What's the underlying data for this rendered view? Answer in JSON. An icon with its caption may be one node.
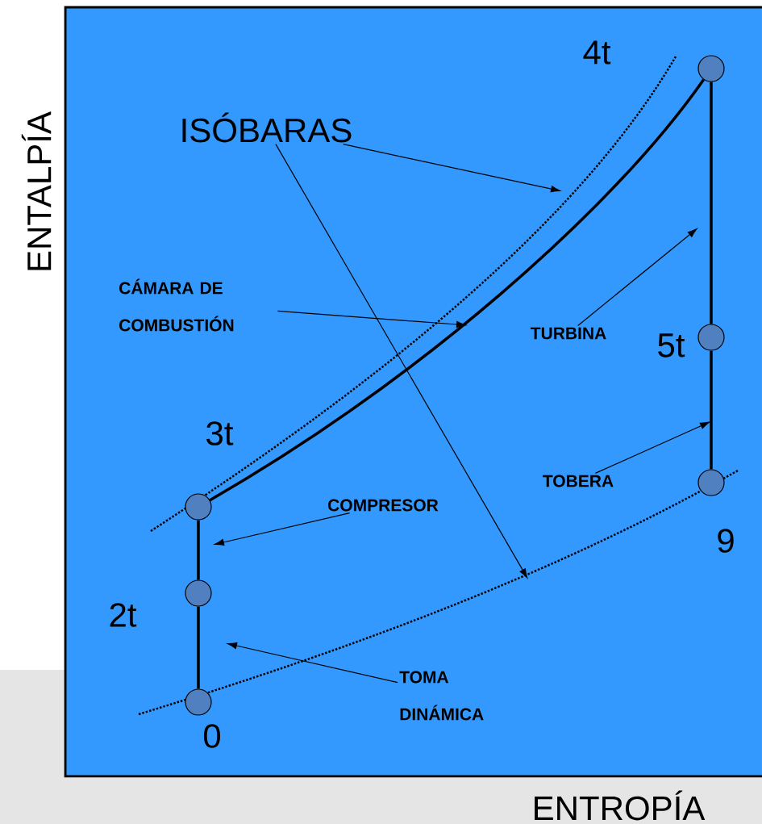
{
  "diagram": {
    "nodes": [
      {
        "text": [
          "ISÓBARAS"
        ]
      },
      {
        "text": [
          "CÁMARA DE COMBUSTIÓN"
        ]
      },
      {
        "text": [
          "TURBINA"
        ]
      },
      {
        "text": [
          "TOBERA"
        ]
      },
      {
        "text": [
          "COMPRESOR"
        ]
      },
      {
        "text": [
          "TOMA DINÁMICA"
        ]
      },
      {
        "text": [],
        "shape": "circle",
        "beside": [
          "4t"
        ]
      },
      {
        "text": [],
        "shape": "circle",
        "beside": [
          "5t"
        ]
      },
      {
        "text": [],
        "shape": "circle",
        "beside": [
          "3t"
        ]
      },
      {
        "text": [],
        "shape": "circle",
        "beside": [
          "9"
        ]
      },
      {
        "text": [],
        "shape": "circle",
        "beside": [
          "2t"
        ]
      },
      {
        "text": [],
        "shape": "circle",
        "beside": [
          "0"
        ]
      }
    ],
    "edges": [
      {
        "from": 11,
        "to": 10,
        "arrow": "none",
        "style": "thick"
      },
      {
        "from": 10,
        "to": 8,
        "arrow": "none",
        "style": "thick"
      },
      {
        "from": 8,
        "to": 6,
        "arrow": "none",
        "style": "thick"
      },
      {
        "from": 6,
        "to": 7,
        "arrow": "none",
        "style": "thick"
      },
      {
        "from": 7,
        "to": 9,
        "arrow": "none",
        "style": "thick"
      },
      {
        "from": 0,
        "to": null,
        "arrow": "to"
      },
      {
        "from": 0,
        "to": null,
        "arrow": "to"
      },
      {
        "from": 1,
        "to": null,
        "arrow": "to"
      },
      {
        "from": 2,
        "to": null,
        "arrow": "to"
      },
      {
        "from": 3,
        "to": null,
        "arrow": "to"
      },
      {
        "from": 4,
        "to": null,
        "arrow": "to"
      },
      {
        "from": 5,
        "to": null,
        "arrow": "to"
      }
    ],
    "labels": [
      "ENTALPÍA",
      "ENTROPÍA"
    ]
  }
}
